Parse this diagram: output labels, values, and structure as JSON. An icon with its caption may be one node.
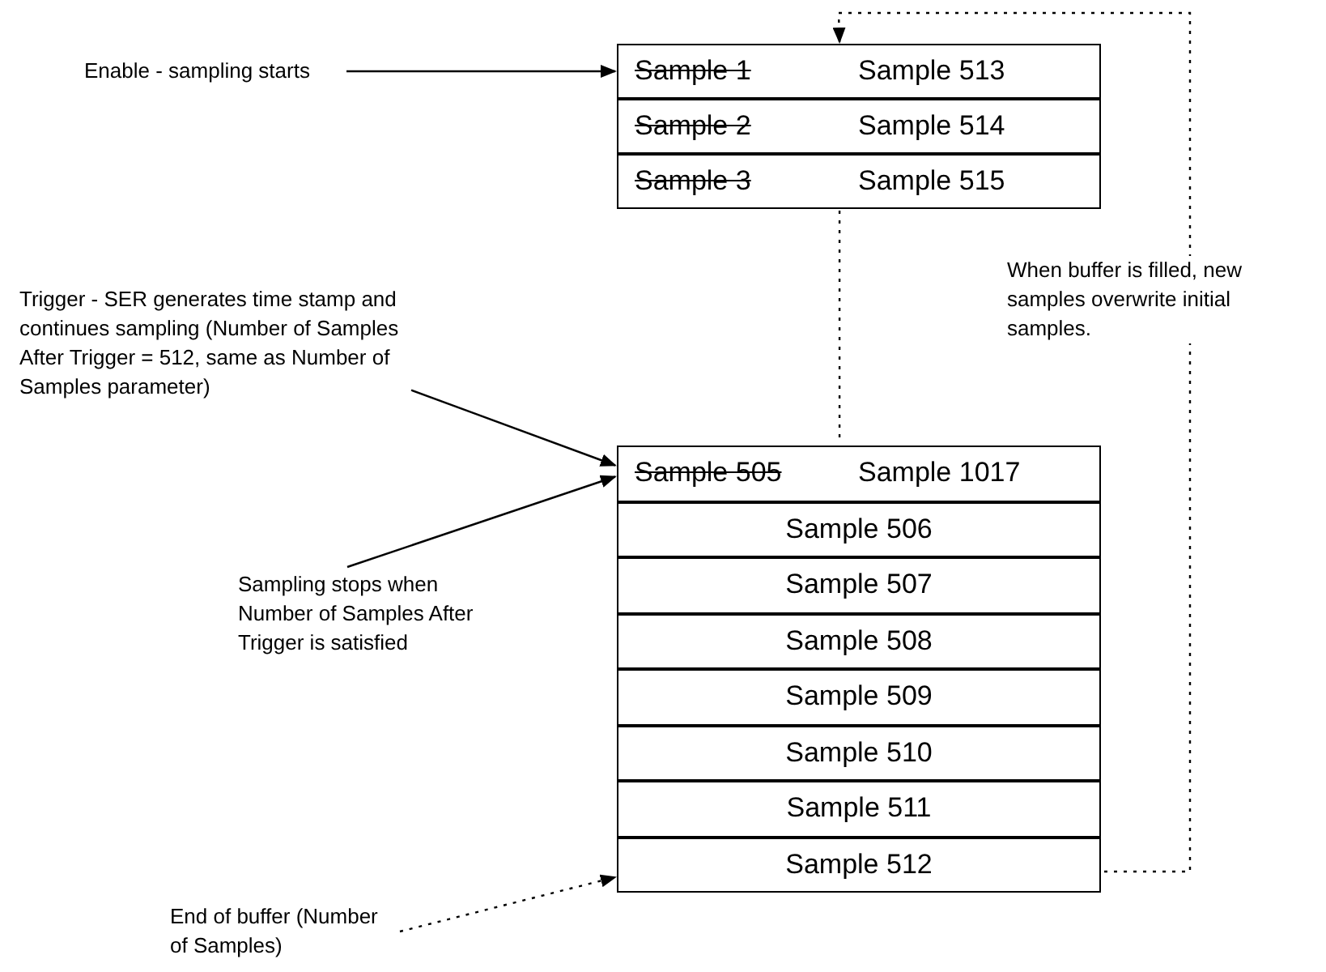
{
  "diagram": {
    "nodes": [
      {
        "text": [
          "Enable - sampling starts"
        ]
      },
      {
        "text": [
          "Sample 1",
          "Sample 513"
        ]
      },
      {
        "text": [
          "Sample 2",
          "Sample 514"
        ]
      },
      {
        "text": [
          "Sample 3",
          "Sample 515"
        ]
      },
      {
        "text": [
          "Trigger - SER generates time stamp and continues sampling (Number of Samples After Trigger = 512, same as Number of Samples parameter)"
        ]
      },
      {
        "text": [
          "Sample 505",
          "Sample 1017"
        ]
      },
      {
        "text": [
          "Sample 506"
        ]
      },
      {
        "text": [
          "Sample 507"
        ]
      },
      {
        "text": [
          "Sample 508"
        ]
      },
      {
        "text": [
          "Sample 509"
        ]
      },
      {
        "text": [
          "Sample 510"
        ]
      },
      {
        "text": [
          "Sample 511"
        ]
      },
      {
        "text": [
          "Sample 512"
        ]
      },
      {
        "text": [
          "Sampling stops when Number of Samples After Trigger is satisfied"
        ]
      },
      {
        "text": [
          "End of buffer (Number of Samples)"
        ]
      }
    ],
    "edges": [
      {
        "from": 0,
        "to": 1,
        "arrow": "to"
      },
      {
        "from": 4,
        "to": 5,
        "arrow": "to"
      },
      {
        "from": 13,
        "to": 5,
        "arrow": "to"
      },
      {
        "from": 14,
        "to": 12,
        "arrow": "to",
        "style": "dashed"
      },
      {
        "from": 3,
        "to": 5,
        "arrow": "none",
        "style": "dashed"
      },
      {
        "from": 12,
        "to": 1,
        "arrow": "to",
        "style": "dashed"
      }
    ],
    "labels": [
      "When buffer is filled, new samples overwrite initial samples."
    ]
  }
}
